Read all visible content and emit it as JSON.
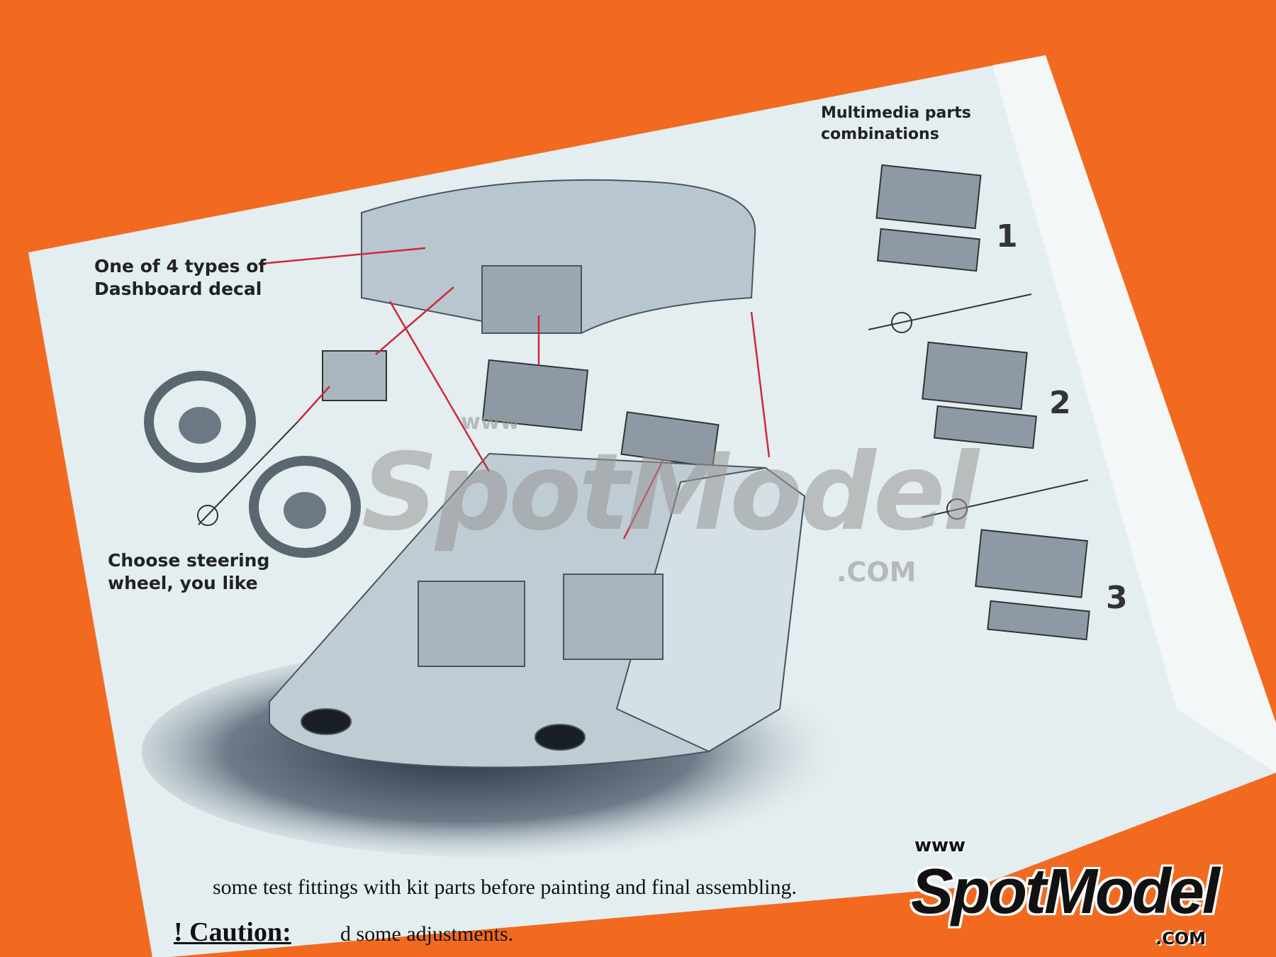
{
  "labels": {
    "dashboard_decal": [
      "One of 4 types of",
      "Dashboard decal"
    ],
    "steering_wheel": [
      "Choose steering",
      "wheel, you like"
    ],
    "multimedia": [
      "Multimedia parts",
      "combinations"
    ]
  },
  "combination_numbers": [
    "1",
    "2",
    "3"
  ],
  "caution": {
    "heading": "! Caution:",
    "line1": "some test fittings with kit parts before painting and final assembling.",
    "line2": "d some adjustments."
  },
  "watermark": {
    "brand": "SpotModel",
    "www": "www",
    "com": ".COM"
  },
  "logo": {
    "brand": "SpotModel",
    "www": "www",
    "com": ".COM"
  },
  "colors": {
    "background": "#f26a1f",
    "paper": "#e4eef0",
    "arrow": "#d0283a"
  }
}
